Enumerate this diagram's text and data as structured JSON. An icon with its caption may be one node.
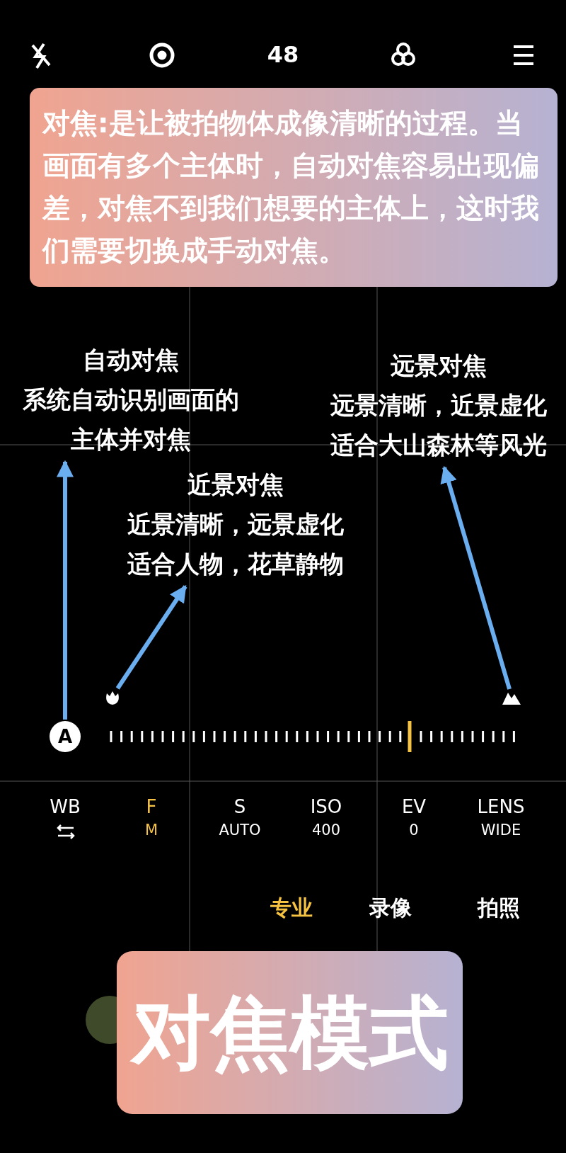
{
  "diagram": {
    "nodes": [
      {
        "text": [
          "自动对焦",
          "系统自动识别画面的主体并对焦"
        ]
      },
      {
        "text": [
          "近景对焦",
          "近景清晰，远景虚化",
          "适合人物，花草静物"
        ]
      },
      {
        "text": [
          "远景对焦",
          "远景清晰，近景虚化",
          "适合大山森林等风光"
        ]
      },
      {
        "text": [
          "A"
        ]
      },
      {
        "text": [],
        "shape": "picture"
      },
      {
        "text": [],
        "shape": "picture"
      }
    ],
    "edges": [
      {
        "from": 3,
        "to": 0,
        "arrow": "to"
      },
      {
        "from": 4,
        "to": 1,
        "arrow": "to"
      },
      {
        "from": 5,
        "to": 2,
        "arrow": "to"
      }
    ],
    "labels": [
      "48",
      "对焦:是让被拍物体成像清晰的过程。当画面有多个主体时，自动对焦容易出现偏差，对焦不到我们想要的主体上，这时我们需要切换成手动对焦。",
      "WB",
      "F",
      "M",
      "S",
      "AUTO",
      "ISO",
      "400",
      "EV",
      "0",
      "LENS",
      "WIDE",
      "专业",
      "录像",
      "拍照",
      "对焦模式"
    ]
  }
}
